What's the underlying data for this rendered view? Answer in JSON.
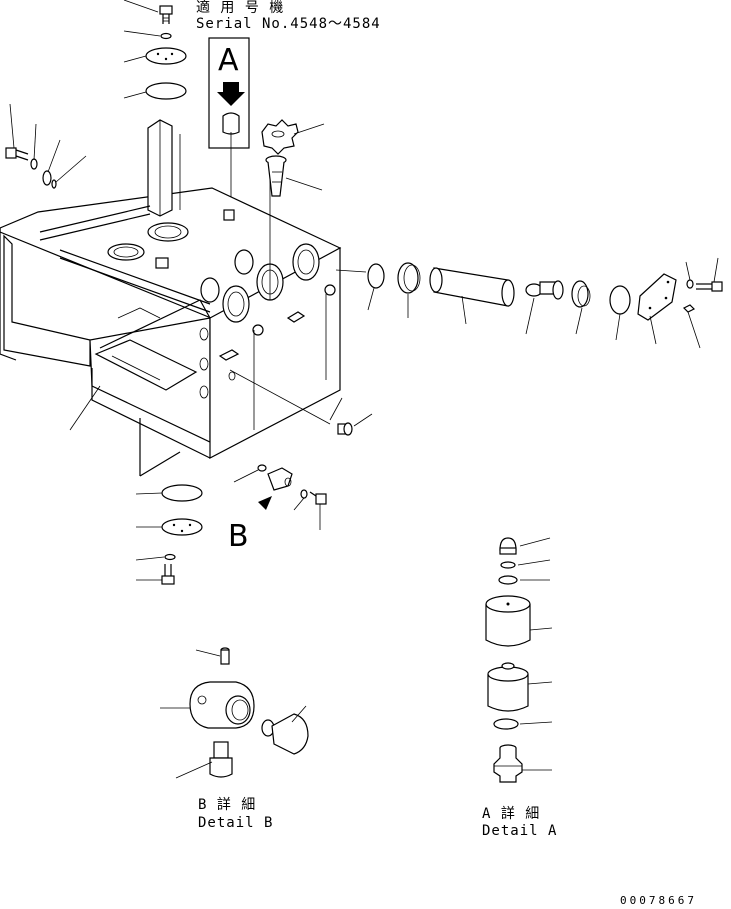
{
  "serial": {
    "title_jp": "適 用 号 機",
    "serial_text": "Serial No.4548～4584"
  },
  "callouts": {
    "view_a": "A",
    "view_b": "B"
  },
  "details": {
    "b_jp": "B 詳 細",
    "b_en": "Detail B",
    "a_jp": "A 詳 細",
    "a_en": "Detail A"
  },
  "drawing_number": "00078667"
}
